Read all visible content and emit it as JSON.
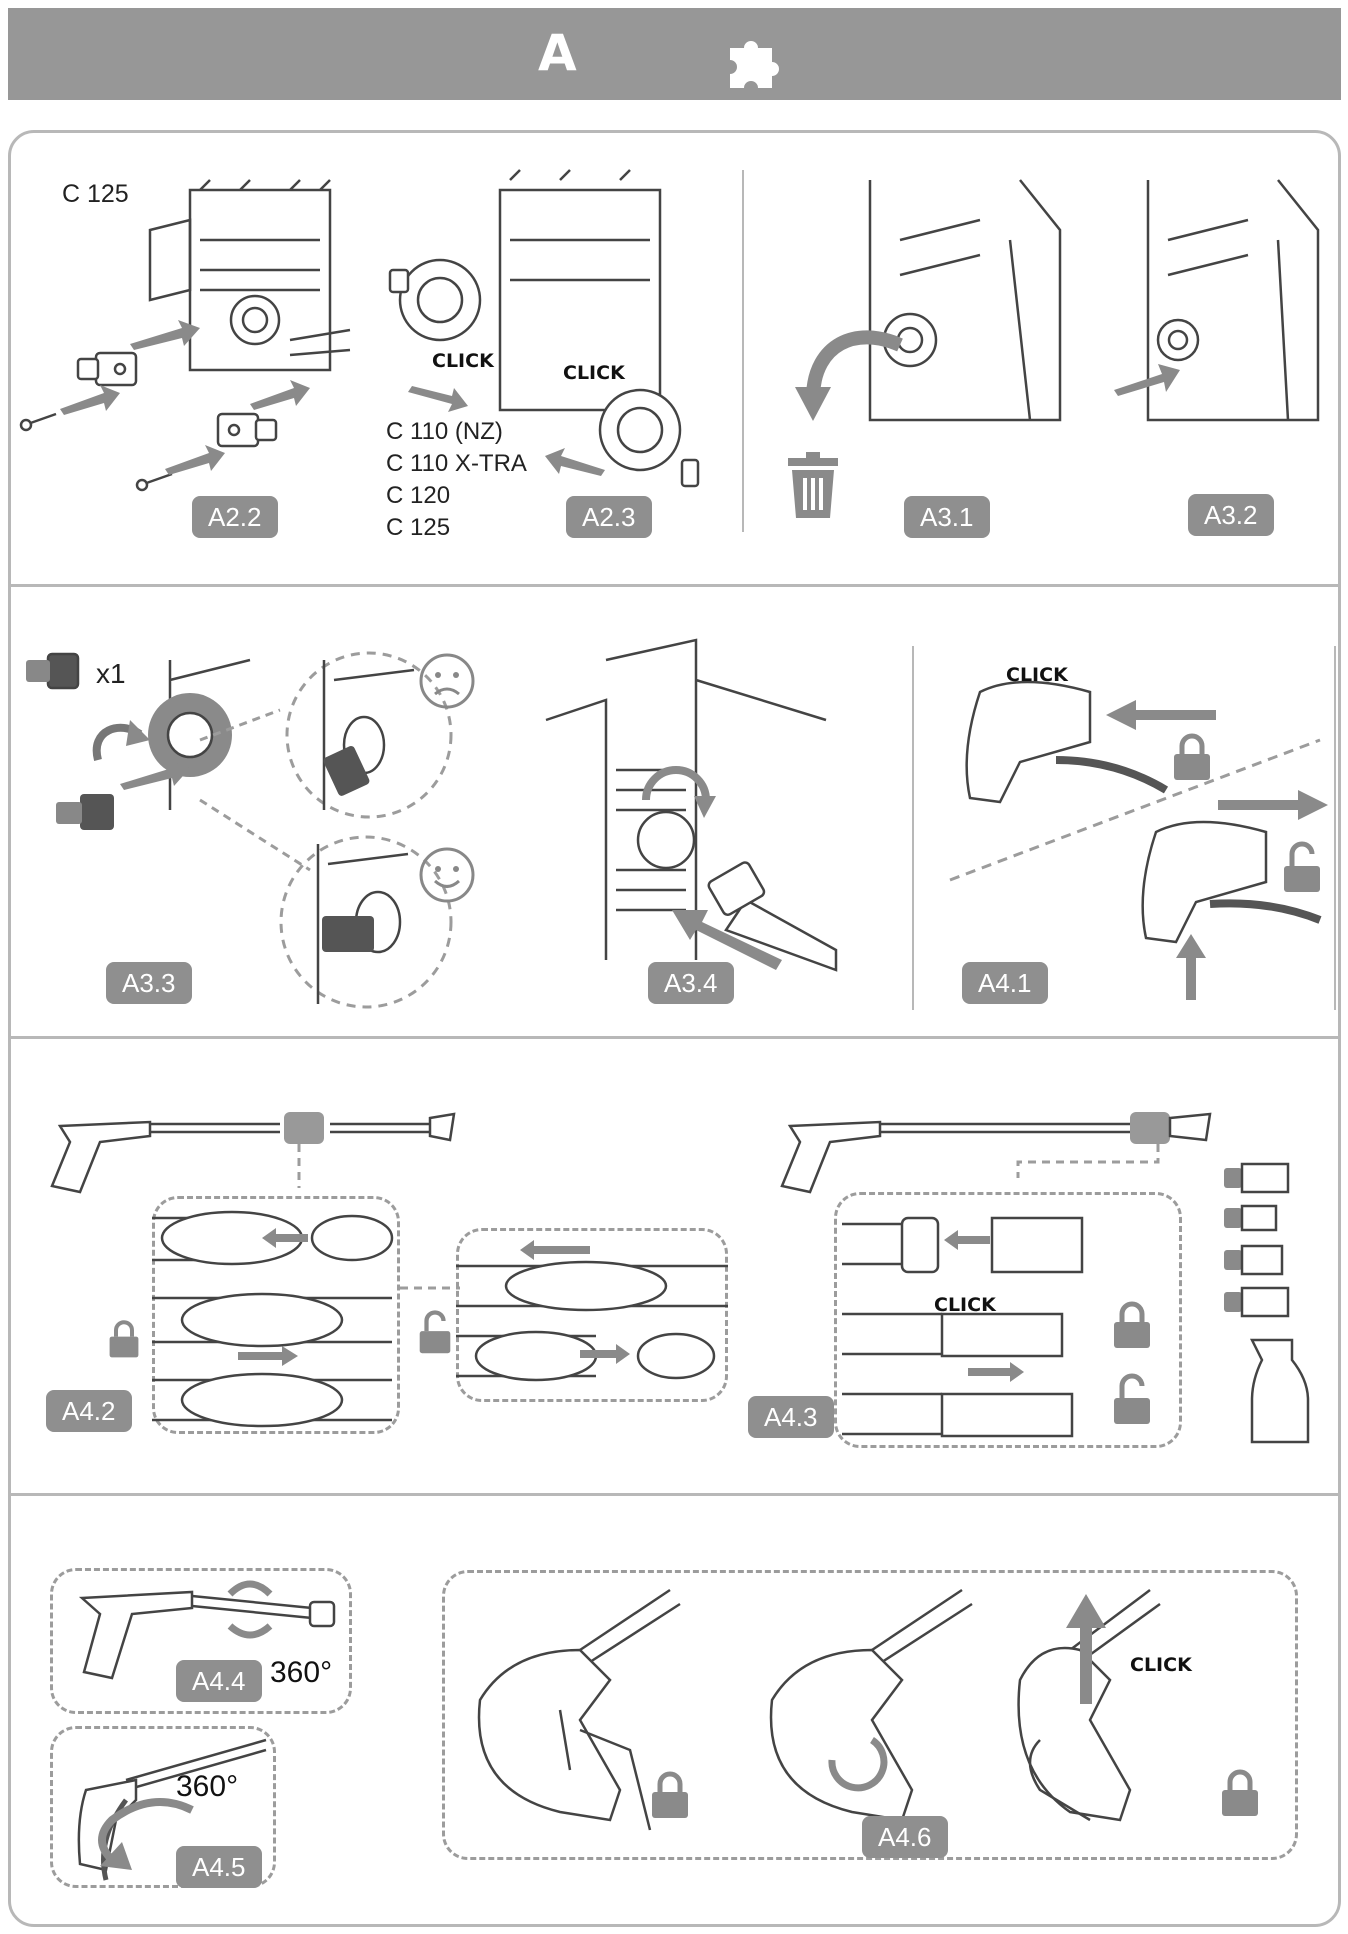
{
  "header": {
    "letter": "A",
    "icon": "puzzle-icon"
  },
  "row1": {
    "model_top": "C 125",
    "models": [
      "C 110 (NZ)",
      "C 110 X-TRA",
      "C 120",
      "C 125"
    ],
    "click": "CLICK",
    "steps": [
      "A2.2",
      "A2.3",
      "A3.1",
      "A3.2"
    ]
  },
  "row2": {
    "qty": "x1",
    "click": "CLICK",
    "steps": [
      "A3.3",
      "A3.4",
      "A4.1"
    ]
  },
  "row3": {
    "click": "CLICK",
    "steps": [
      "A4.2",
      "A4.3"
    ]
  },
  "row4": {
    "deg": "360",
    "click": "CLICK",
    "steps": [
      "A4.4",
      "A4.5",
      "A4.6"
    ]
  },
  "colors": {
    "band": "#979797",
    "badge": "#8f8f8f",
    "frame": "#b8b8b8"
  }
}
